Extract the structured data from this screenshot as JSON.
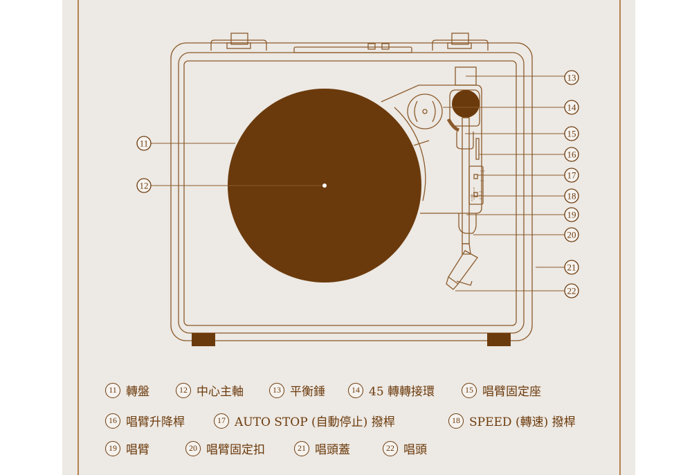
{
  "colors": {
    "brown": "#6b3a0c",
    "line": "#8a5a2b",
    "panel": "#ede9e4",
    "border": "#b3814f"
  },
  "diagram_labels": {
    "auto_stop": "AUTO STOP",
    "on": "ON",
    "off": "OFF",
    "speed": "SPEED",
    "s33": "33",
    "s45": "45",
    "s78": "78"
  },
  "callouts": [
    "11",
    "12",
    "13",
    "14",
    "15",
    "16",
    "17",
    "18",
    "19",
    "20",
    "21",
    "22"
  ],
  "legend": [
    {
      "num": "11",
      "text": "轉盤"
    },
    {
      "num": "12",
      "text": "中心主軸"
    },
    {
      "num": "13",
      "text": "平衡錘"
    },
    {
      "num": "14",
      "text": "45 轉轉接環"
    },
    {
      "num": "15",
      "text": "唱臂固定座"
    },
    {
      "num": "16",
      "text": "唱臂升降桿"
    },
    {
      "num": "17",
      "text": "AUTO STOP (自動停止) 撥桿"
    },
    {
      "num": "18",
      "text": "SPEED (轉速) 撥桿"
    },
    {
      "num": "19",
      "text": "唱臂"
    },
    {
      "num": "20",
      "text": "唱臂固定扣"
    },
    {
      "num": "21",
      "text": "唱頭蓋"
    },
    {
      "num": "22",
      "text": "唱頭"
    }
  ]
}
